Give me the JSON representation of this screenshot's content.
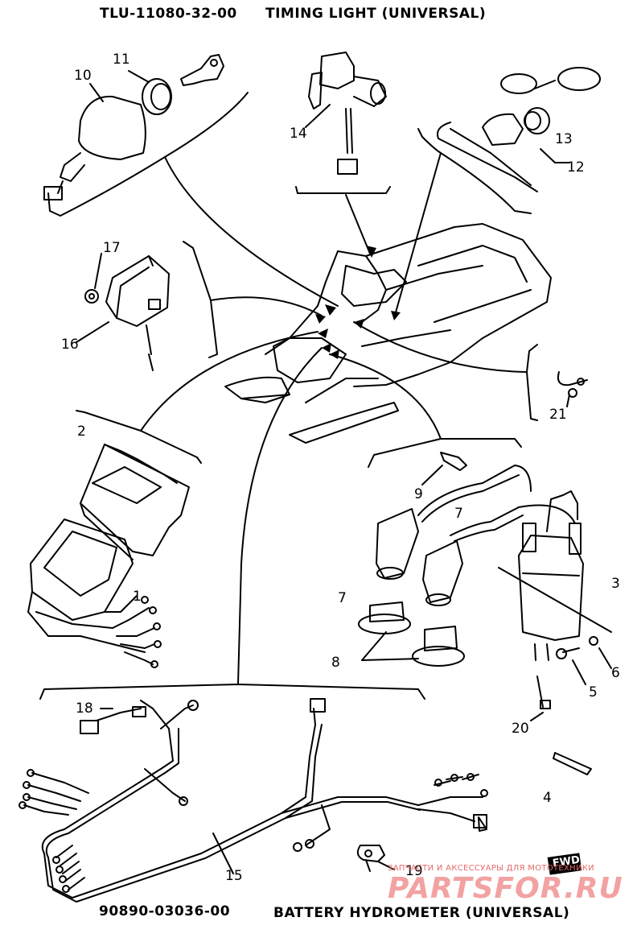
{
  "header": {
    "part_number_top": "TLU-11080-32-00",
    "title_top": "TIMING LIGHT (UNIVERSAL)",
    "part_number_bottom": "90890-03036-00",
    "title_bottom": "BATTERY HYDROMETER (UNIVERSAL)"
  },
  "callouts": {
    "c1": "1",
    "c2": "2",
    "c3": "3",
    "c4": "4",
    "c5": "5",
    "c6": "6",
    "c7a": "7",
    "c7b": "7",
    "c8": "8",
    "c9": "9",
    "c10": "10",
    "c11": "11",
    "c12": "12",
    "c13": "13",
    "c14": "14",
    "c15": "15",
    "c16": "16",
    "c17": "17",
    "c18": "18",
    "c19": "19",
    "c20": "20",
    "c21": "21"
  },
  "badge": "FWD",
  "watermark": {
    "tagline": "ЗАПЧАСТИ И АКСЕССУАРЫ ДЛЯ МОТОТЕХНИКИ",
    "brand": "PARTSFOR.RU"
  }
}
